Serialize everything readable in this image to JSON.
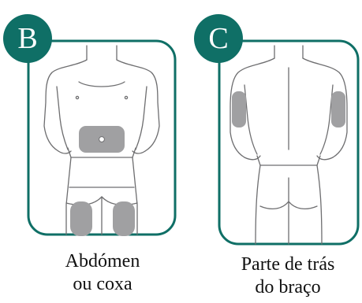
{
  "colors": {
    "accent": "#0f6f66",
    "injection_site": "#a0a0a2",
    "outline": "#6e6e70"
  },
  "panels": {
    "abdomen": {
      "badge_letter": "B",
      "caption_line1": "Abdómen",
      "caption_line2": "ou coxa",
      "view": "front"
    },
    "arm": {
      "badge_letter": "C",
      "caption_line1": "Parte de trás",
      "caption_line2": "do braço",
      "view": "back"
    }
  }
}
